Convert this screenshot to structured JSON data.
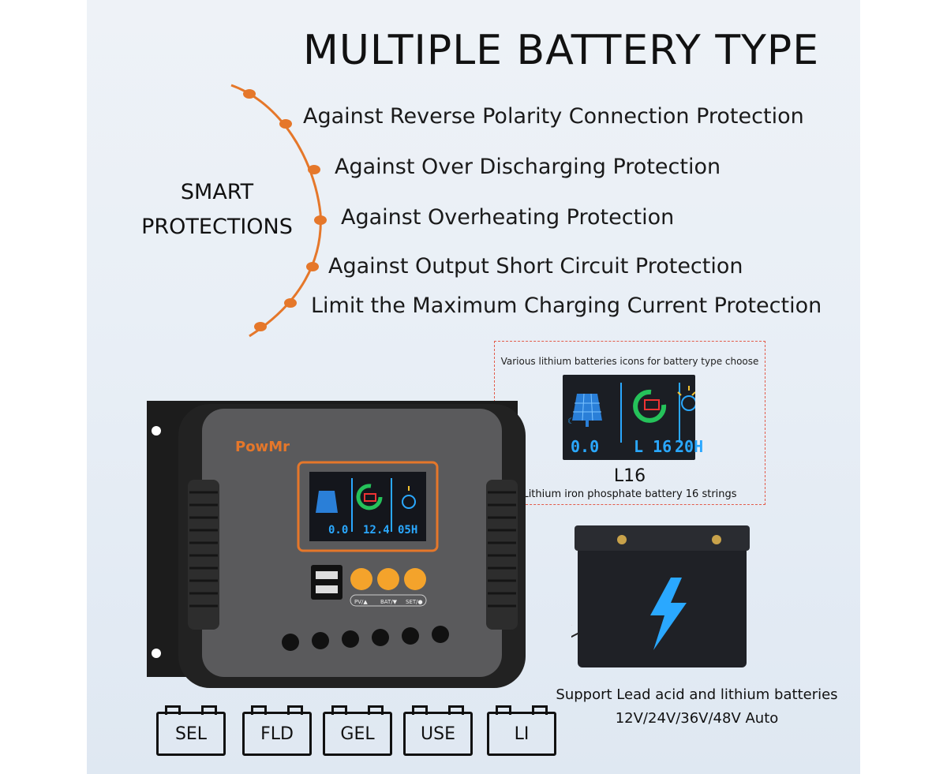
{
  "title": "MULTIPLE BATTERY TYPE",
  "smart_protections": {
    "line1": "SMART",
    "line2": "PROTECTIONS"
  },
  "protections": [
    "Against Reverse Polarity Connection Protection",
    "Against Over Discharging Protection",
    "Against Overheating Protection",
    "Against Output Short Circuit Protection",
    "Limit the Maximum Charging Current Protection"
  ],
  "callout": {
    "caption": "Various lithium batteries icons for battery type choose",
    "lcd": {
      "pv": "0.0",
      "battery": "L 16",
      "load": "20H"
    },
    "code": "L16",
    "description": "Lithium iron phosphate battery 16 strings"
  },
  "controller": {
    "brand": "PowMr",
    "lcd": {
      "pv": "0.0",
      "battery": "12.4",
      "load": "05H"
    },
    "buttons": [
      {
        "label": "PV/▲"
      },
      {
        "label": "BAT/▼"
      },
      {
        "label": "SET/●"
      }
    ]
  },
  "support": {
    "line1": "Support Lead acid and lithium batteries",
    "line2": "12V/24V/36V/48V Auto"
  },
  "battery_types": [
    "SEL",
    "FLD",
    "GEL",
    "USE",
    "LI"
  ],
  "colors": {
    "accent_orange": "#e5772a",
    "lcd_blue": "#2aa8ff",
    "lcd_green": "#25c25a",
    "lcd_yellow": "#f2c230"
  }
}
